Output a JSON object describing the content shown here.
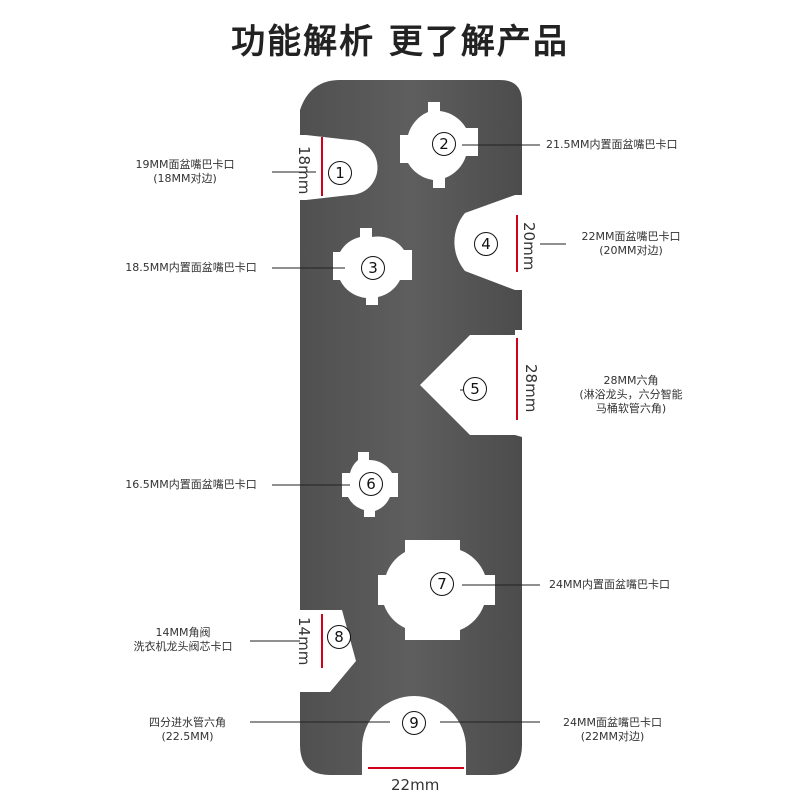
{
  "title": "功能解析 更了解产品",
  "markers": [
    "1",
    "2",
    "3",
    "4",
    "5",
    "6",
    "7",
    "8",
    "9"
  ],
  "dimensions": {
    "d1": "18mm",
    "d4": "20mm",
    "d5": "28mm",
    "d8": "14mm",
    "d9": "22mm"
  },
  "labels": {
    "l1a": "19MM面盆嘴巴卡口",
    "l1b": "(18MM对边)",
    "l2": "21.5MM内置面盆嘴巴卡口",
    "l3": "18.5MM内置面盆嘴巴卡口",
    "l4a": "22MM面盆嘴巴卡口",
    "l4b": "(20MM对边)",
    "l5a": "28MM六角",
    "l5b": "(淋浴龙头，六分智能",
    "l5c": "马桶软管六角)",
    "l6": "16.5MM内置面盆嘴巴卡口",
    "l7": "24MM内置面盆嘴巴卡口",
    "l8a": "14MM角阀",
    "l8b": "洗衣机龙头阀芯卡口",
    "l9la": "四分进水管六角",
    "l9lb": "(22.5MM)",
    "l9ra": "24MM面盆嘴巴卡口",
    "l9rb": "(22MM对边)"
  },
  "colors": {
    "wrench": "#5a5a5a",
    "accent": "#d0021b",
    "line": "#222222"
  }
}
